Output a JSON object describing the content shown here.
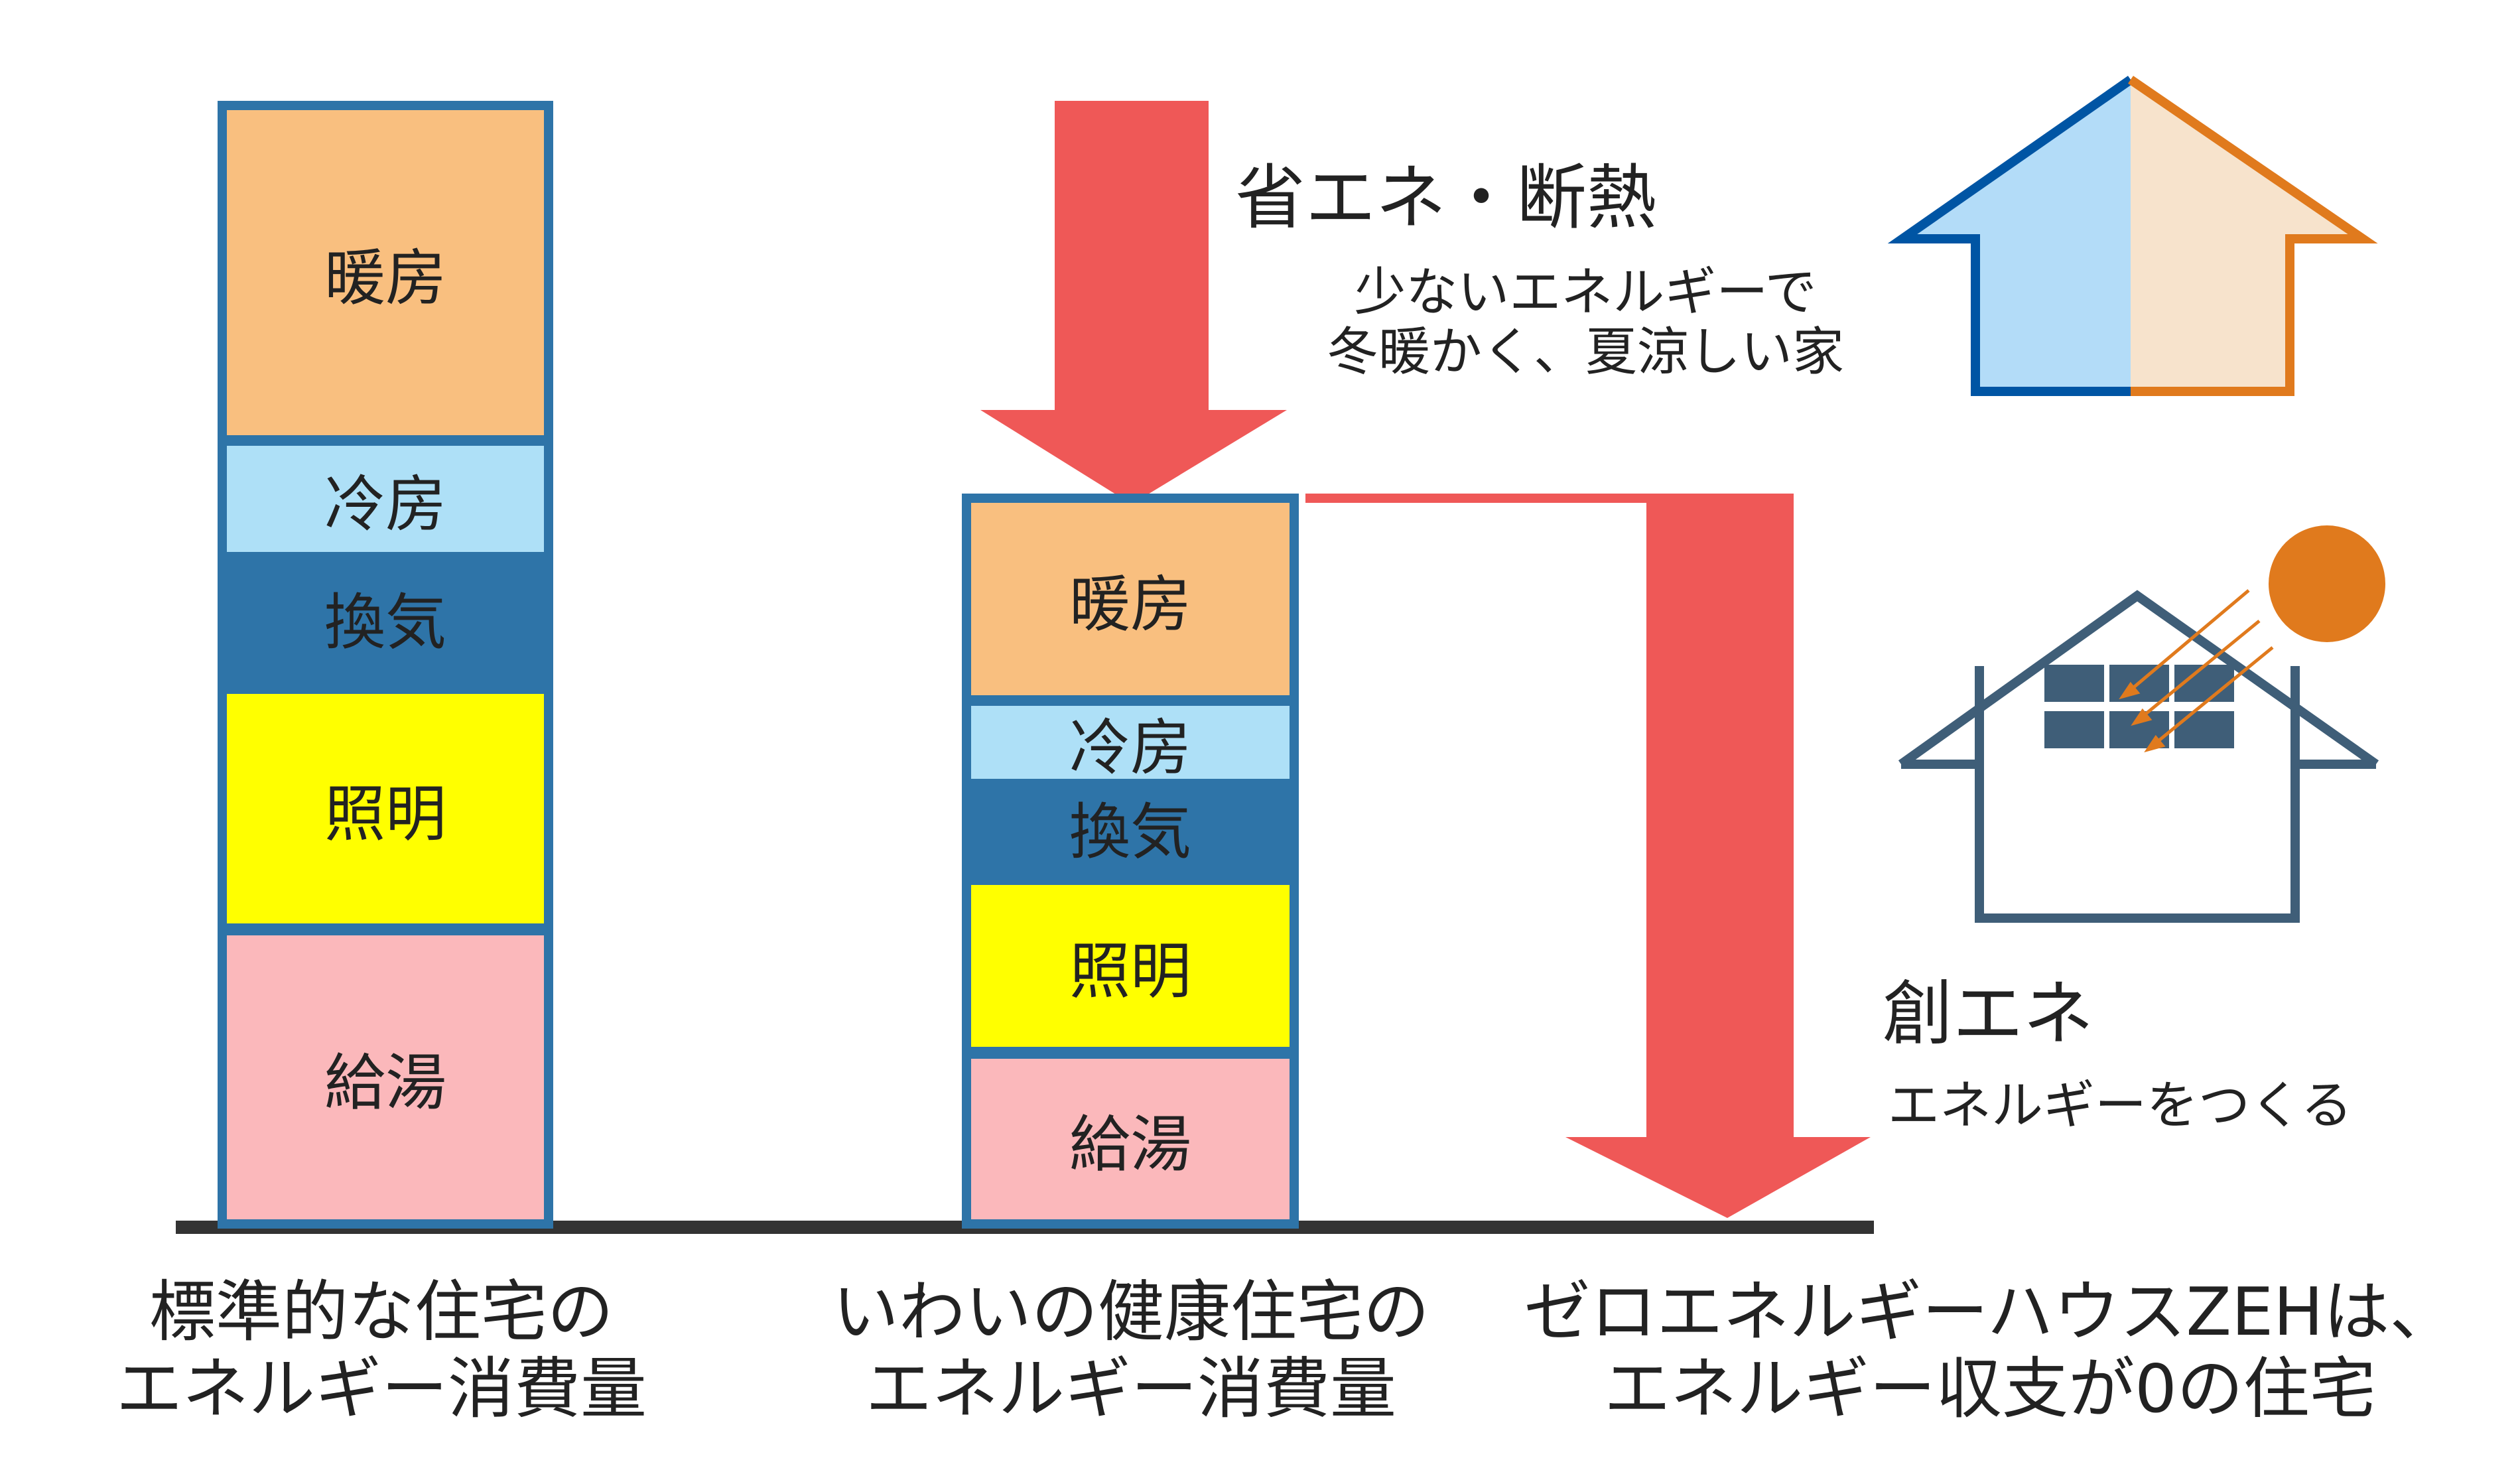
{
  "colors": {
    "heating": "#f9bf7f",
    "cooling": "#aee0f7",
    "ventilation": "#2e74a8",
    "lighting": "#ffff00",
    "hot_water": "#fbb8bb",
    "column_border": "#2e74a8",
    "arrow": "#ef5857",
    "house_blue": "#0055a4",
    "house_orange": "#e07a1d",
    "solar_house": "#3f5e78",
    "sun": "#e07a1d",
    "baseline": "#333333"
  },
  "standard_column": {
    "heating": "暖房",
    "cooling": "冷房",
    "ventilation": "換気",
    "lighting": "照明",
    "hot_water": "給湯"
  },
  "iwai_column": {
    "heating": "暖房",
    "cooling": "冷房",
    "ventilation": "換気",
    "lighting": "照明",
    "hot_water": "給湯"
  },
  "saving": {
    "title": "省エネ・断熱",
    "line1": "少ないエネルギーで",
    "line2": "冬暖かく、夏涼しい家"
  },
  "creating": {
    "title": "創エネ",
    "subtitle": "エネルギーをつくる"
  },
  "captions": {
    "standard_line1": "標準的な住宅の",
    "standard_line2": "エネルギー消費量",
    "iwai_line1": "いわいの健康住宅の",
    "iwai_line2": "エネルギー消費量",
    "zeh_line1": "ゼロエネルギーハウスZEHは、",
    "zeh_line2": "エネルギー収支が0の住宅"
  }
}
